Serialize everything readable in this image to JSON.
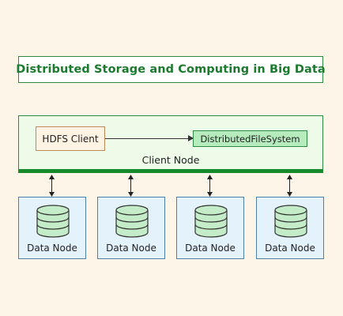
{
  "title": "Distributed Storage and Computing in Big Data",
  "client_node": {
    "label": "Client Node",
    "hdfs_client": "HDFS Client",
    "distributed_file_system": "DistributedFileSystem"
  },
  "data_nodes": [
    {
      "label": "Data Node"
    },
    {
      "label": "Data Node"
    },
    {
      "label": "Data Node"
    },
    {
      "label": "Data Node"
    }
  ],
  "colors": {
    "background": "#fdf6e8",
    "title_text": "#1c7a2f",
    "client_border": "#178a2c",
    "data_node_fill": "#e3f2fb",
    "database_icon_fill": "#c5ecc8"
  }
}
